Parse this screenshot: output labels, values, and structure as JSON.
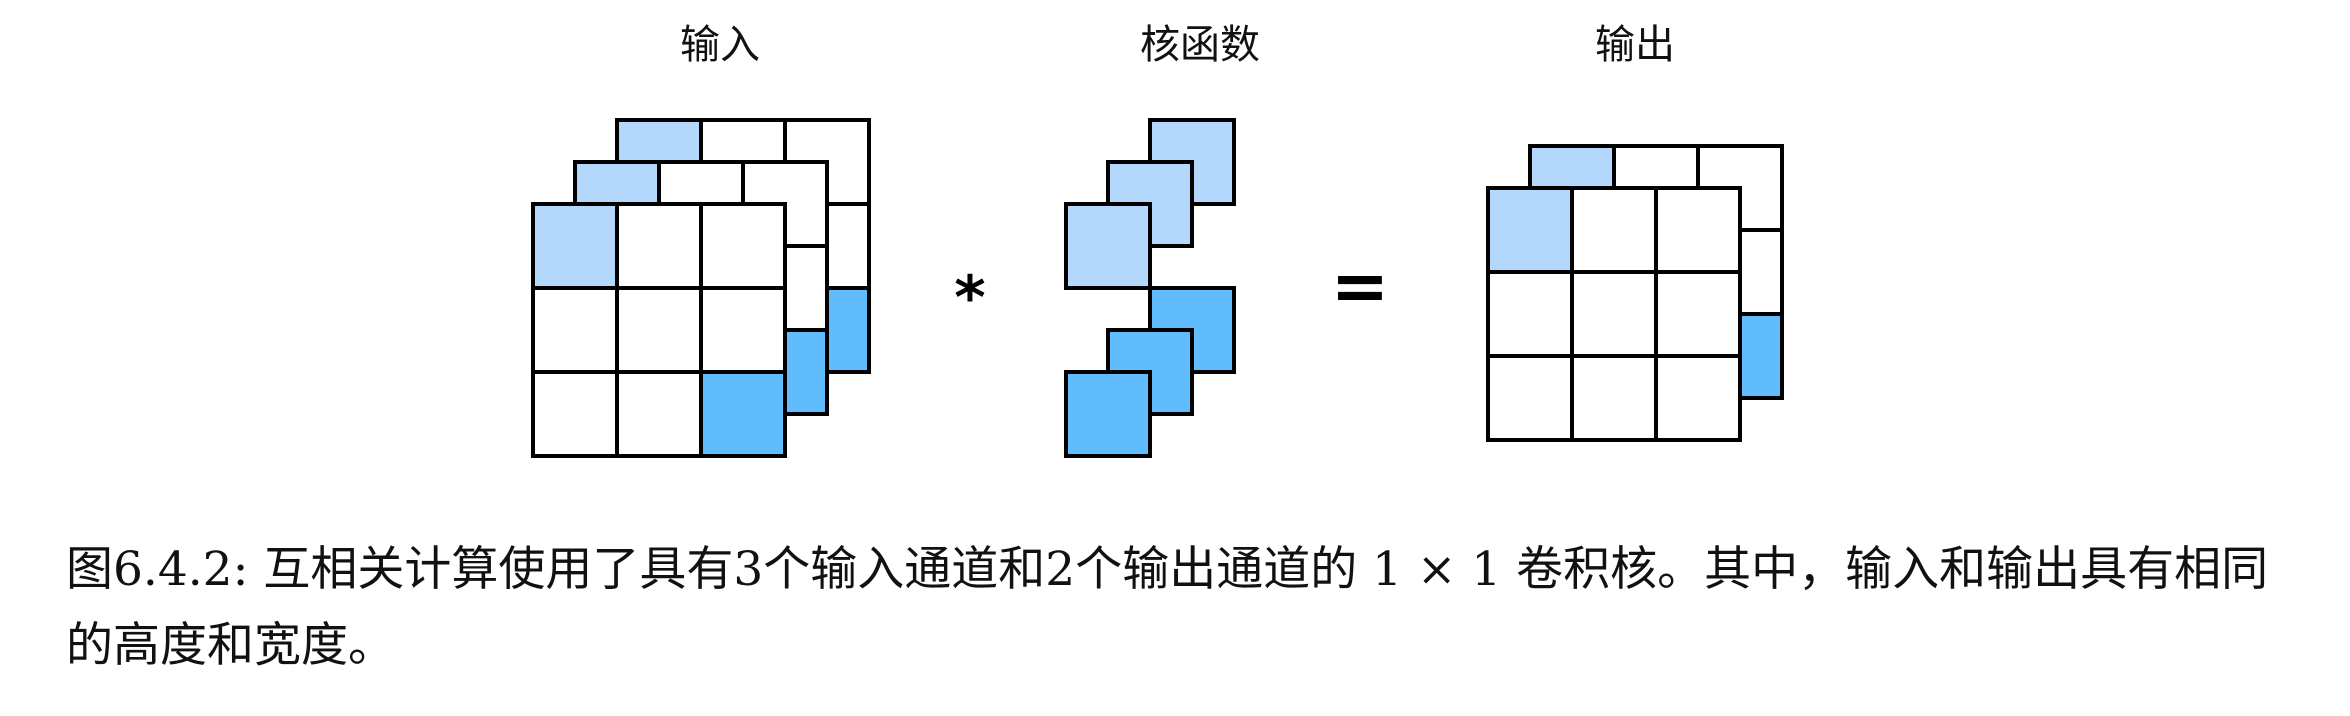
{
  "labels": {
    "input": "输入",
    "kernel": "核函数",
    "output": "输出",
    "conv_op": "*",
    "equals_op": "="
  },
  "caption": {
    "figure_number": "图6.4.2:",
    "text": "互相关计算使用了具有3个输入通道和2个输出通道的 1 × 1 卷积核。其中，输入和输出具有相同的高度和宽度。"
  },
  "colors": {
    "light_blue": "#b3d8fb",
    "blue": "#60bcfc",
    "stroke": "#000000",
    "white": "#ffffff"
  },
  "structure": {
    "input_channels": 3,
    "input_size": 3,
    "output_channels": 2,
    "output_size": 3,
    "kernel_size": 1
  }
}
